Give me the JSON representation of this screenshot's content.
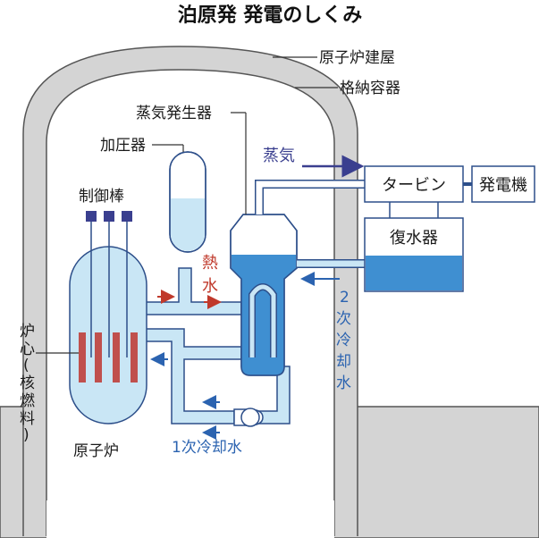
{
  "title": "泊原発 発電のしくみ",
  "labels": {
    "reactor_building": "原子炉建屋",
    "containment": "格納容器",
    "steam_generator": "蒸気発生器",
    "pressurizer": "加圧器",
    "control_rods": "制御棒",
    "steam": "蒸気",
    "hot_water_1": "熱",
    "hot_water_2": "水",
    "turbine": "タービン",
    "generator": "発電機",
    "condenser": "復水器",
    "secondary_coolant_1": "2",
    "secondary_coolant_2": "次",
    "secondary_coolant_3": "冷",
    "secondary_coolant_4": "却",
    "secondary_coolant_5": "水",
    "core_1": "炉",
    "core_2": "心",
    "core_3": "(",
    "core_4": "核",
    "core_5": "燃",
    "core_6": "料",
    "core_7": ")",
    "reactor": "原子炉",
    "primary_coolant": "1次冷却水"
  },
  "colors": {
    "water_light": "#c9e6f5",
    "water_deep": "#3f8fd1",
    "pipe_stroke": "#2d4f8a",
    "building": "#d4d4d4",
    "rod": "#c0504d",
    "rod_head": "#3a3f8f",
    "arrow_blue": "#2b63b0",
    "arrow_red": "#c0392b"
  }
}
